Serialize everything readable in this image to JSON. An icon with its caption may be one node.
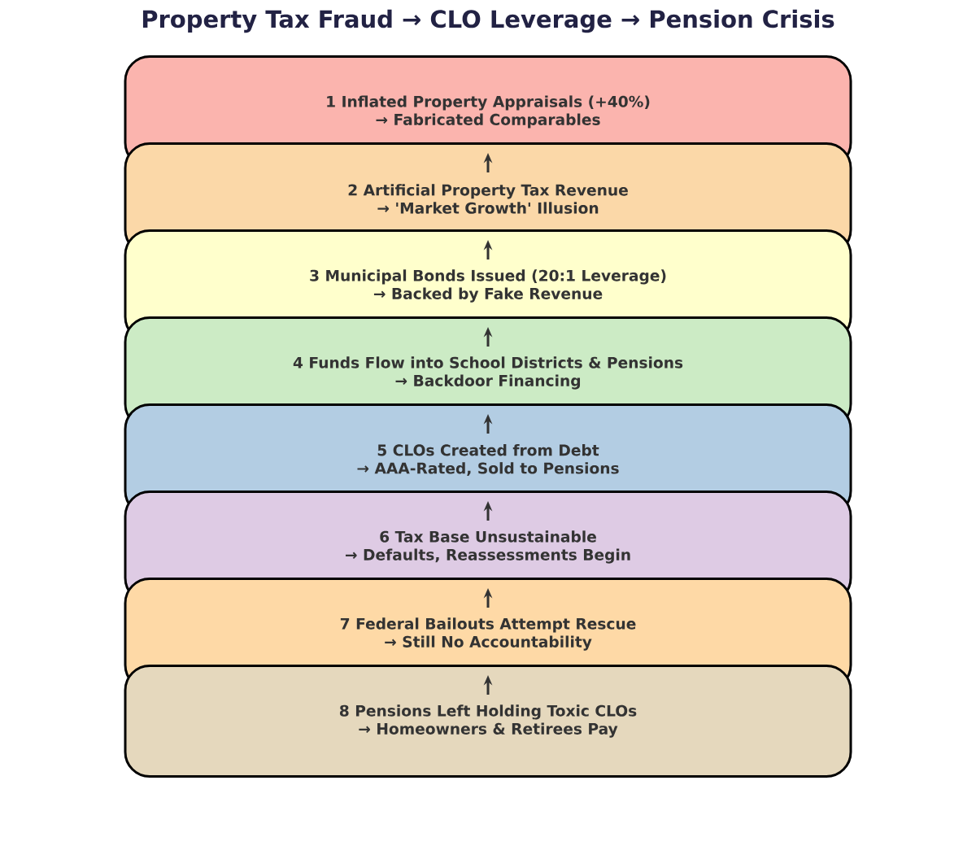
{
  "diagram": {
    "title": "Property Tax Fraud → CLO Leverage → Pension Crisis",
    "nodes": [
      {
        "text": [
          "1 Inflated Property Appraisals (+40%)",
          "→ Fabricated Comparables"
        ]
      },
      {
        "text": [
          "2 Artificial Property Tax Revenue",
          "→ 'Market Growth' Illusion"
        ]
      },
      {
        "text": [
          "3 Municipal Bonds Issued (20:1 Leverage)",
          "→ Backed by Fake Revenue"
        ]
      },
      {
        "text": [
          "4 Funds Flow into School Districts & Pensions",
          "→ Backdoor Financing"
        ]
      },
      {
        "text": [
          "5 CLOs Created from Debt",
          "→ AAA-Rated, Sold to Pensions"
        ]
      },
      {
        "text": [
          "6 Tax Base Unsustainable",
          "→ Defaults, Reassessments Begin"
        ]
      },
      {
        "text": [
          "7 Federal Bailouts Attempt Rescue",
          "→ Still No Accountability"
        ]
      },
      {
        "text": [
          "8 Pensions Left Holding Toxic CLOs",
          "→ Homeowners & Retirees Pay"
        ]
      }
    ],
    "edges": [
      {
        "from": 1,
        "to": 0,
        "arrow": "to"
      },
      {
        "from": 2,
        "to": 1,
        "arrow": "to"
      },
      {
        "from": 3,
        "to": 2,
        "arrow": "to"
      },
      {
        "from": 4,
        "to": 3,
        "arrow": "to"
      },
      {
        "from": 5,
        "to": 4,
        "arrow": "to"
      },
      {
        "from": 6,
        "to": 5,
        "arrow": "to"
      },
      {
        "from": 7,
        "to": 6,
        "arrow": "to"
      }
    ]
  }
}
